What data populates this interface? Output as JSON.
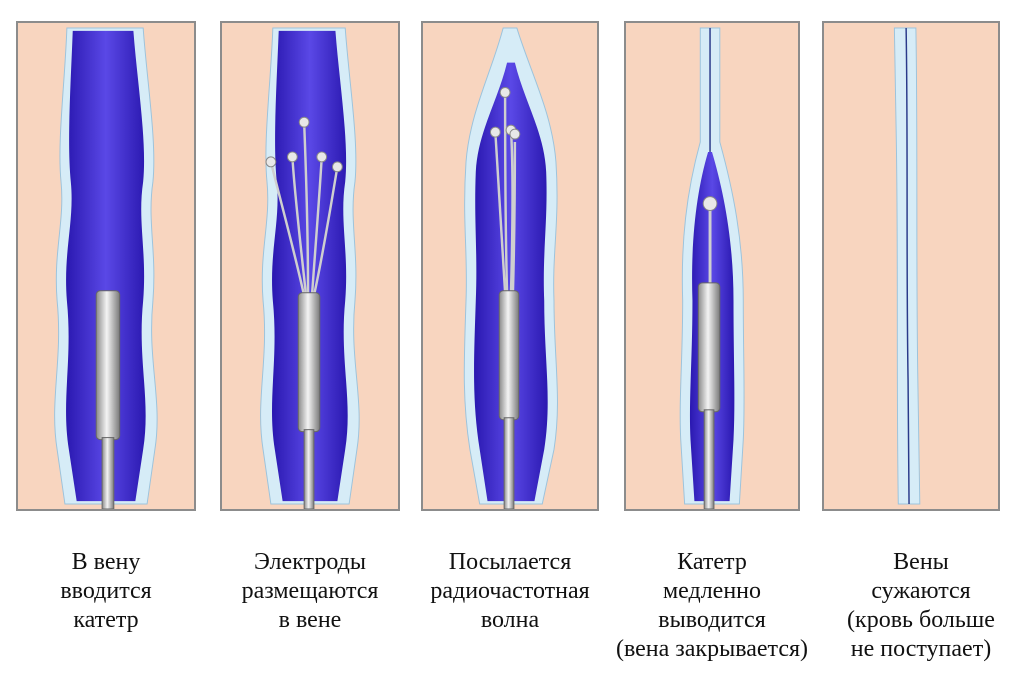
{
  "colors": {
    "skin": "#f8d5bf",
    "vein_wall": "#d6ecf7",
    "blood": "#3a26c4",
    "catheter": "#d7d7d7",
    "panel_border": "#8c8c8c"
  },
  "steps": [
    {
      "caption": [
        "В вену",
        "вводится",
        "катетр"
      ]
    },
    {
      "caption": [
        "Электроды",
        "размещаются",
        "в вене"
      ]
    },
    {
      "caption": [
        "Посылается",
        "радиочастотная",
        "волна"
      ]
    },
    {
      "caption": [
        "Катетр",
        "медленно",
        "выводится",
        "(вена закрывается)"
      ]
    },
    {
      "caption": [
        "Вены",
        "сужаются",
        "(кровь больше",
        "не поступает)"
      ]
    }
  ]
}
